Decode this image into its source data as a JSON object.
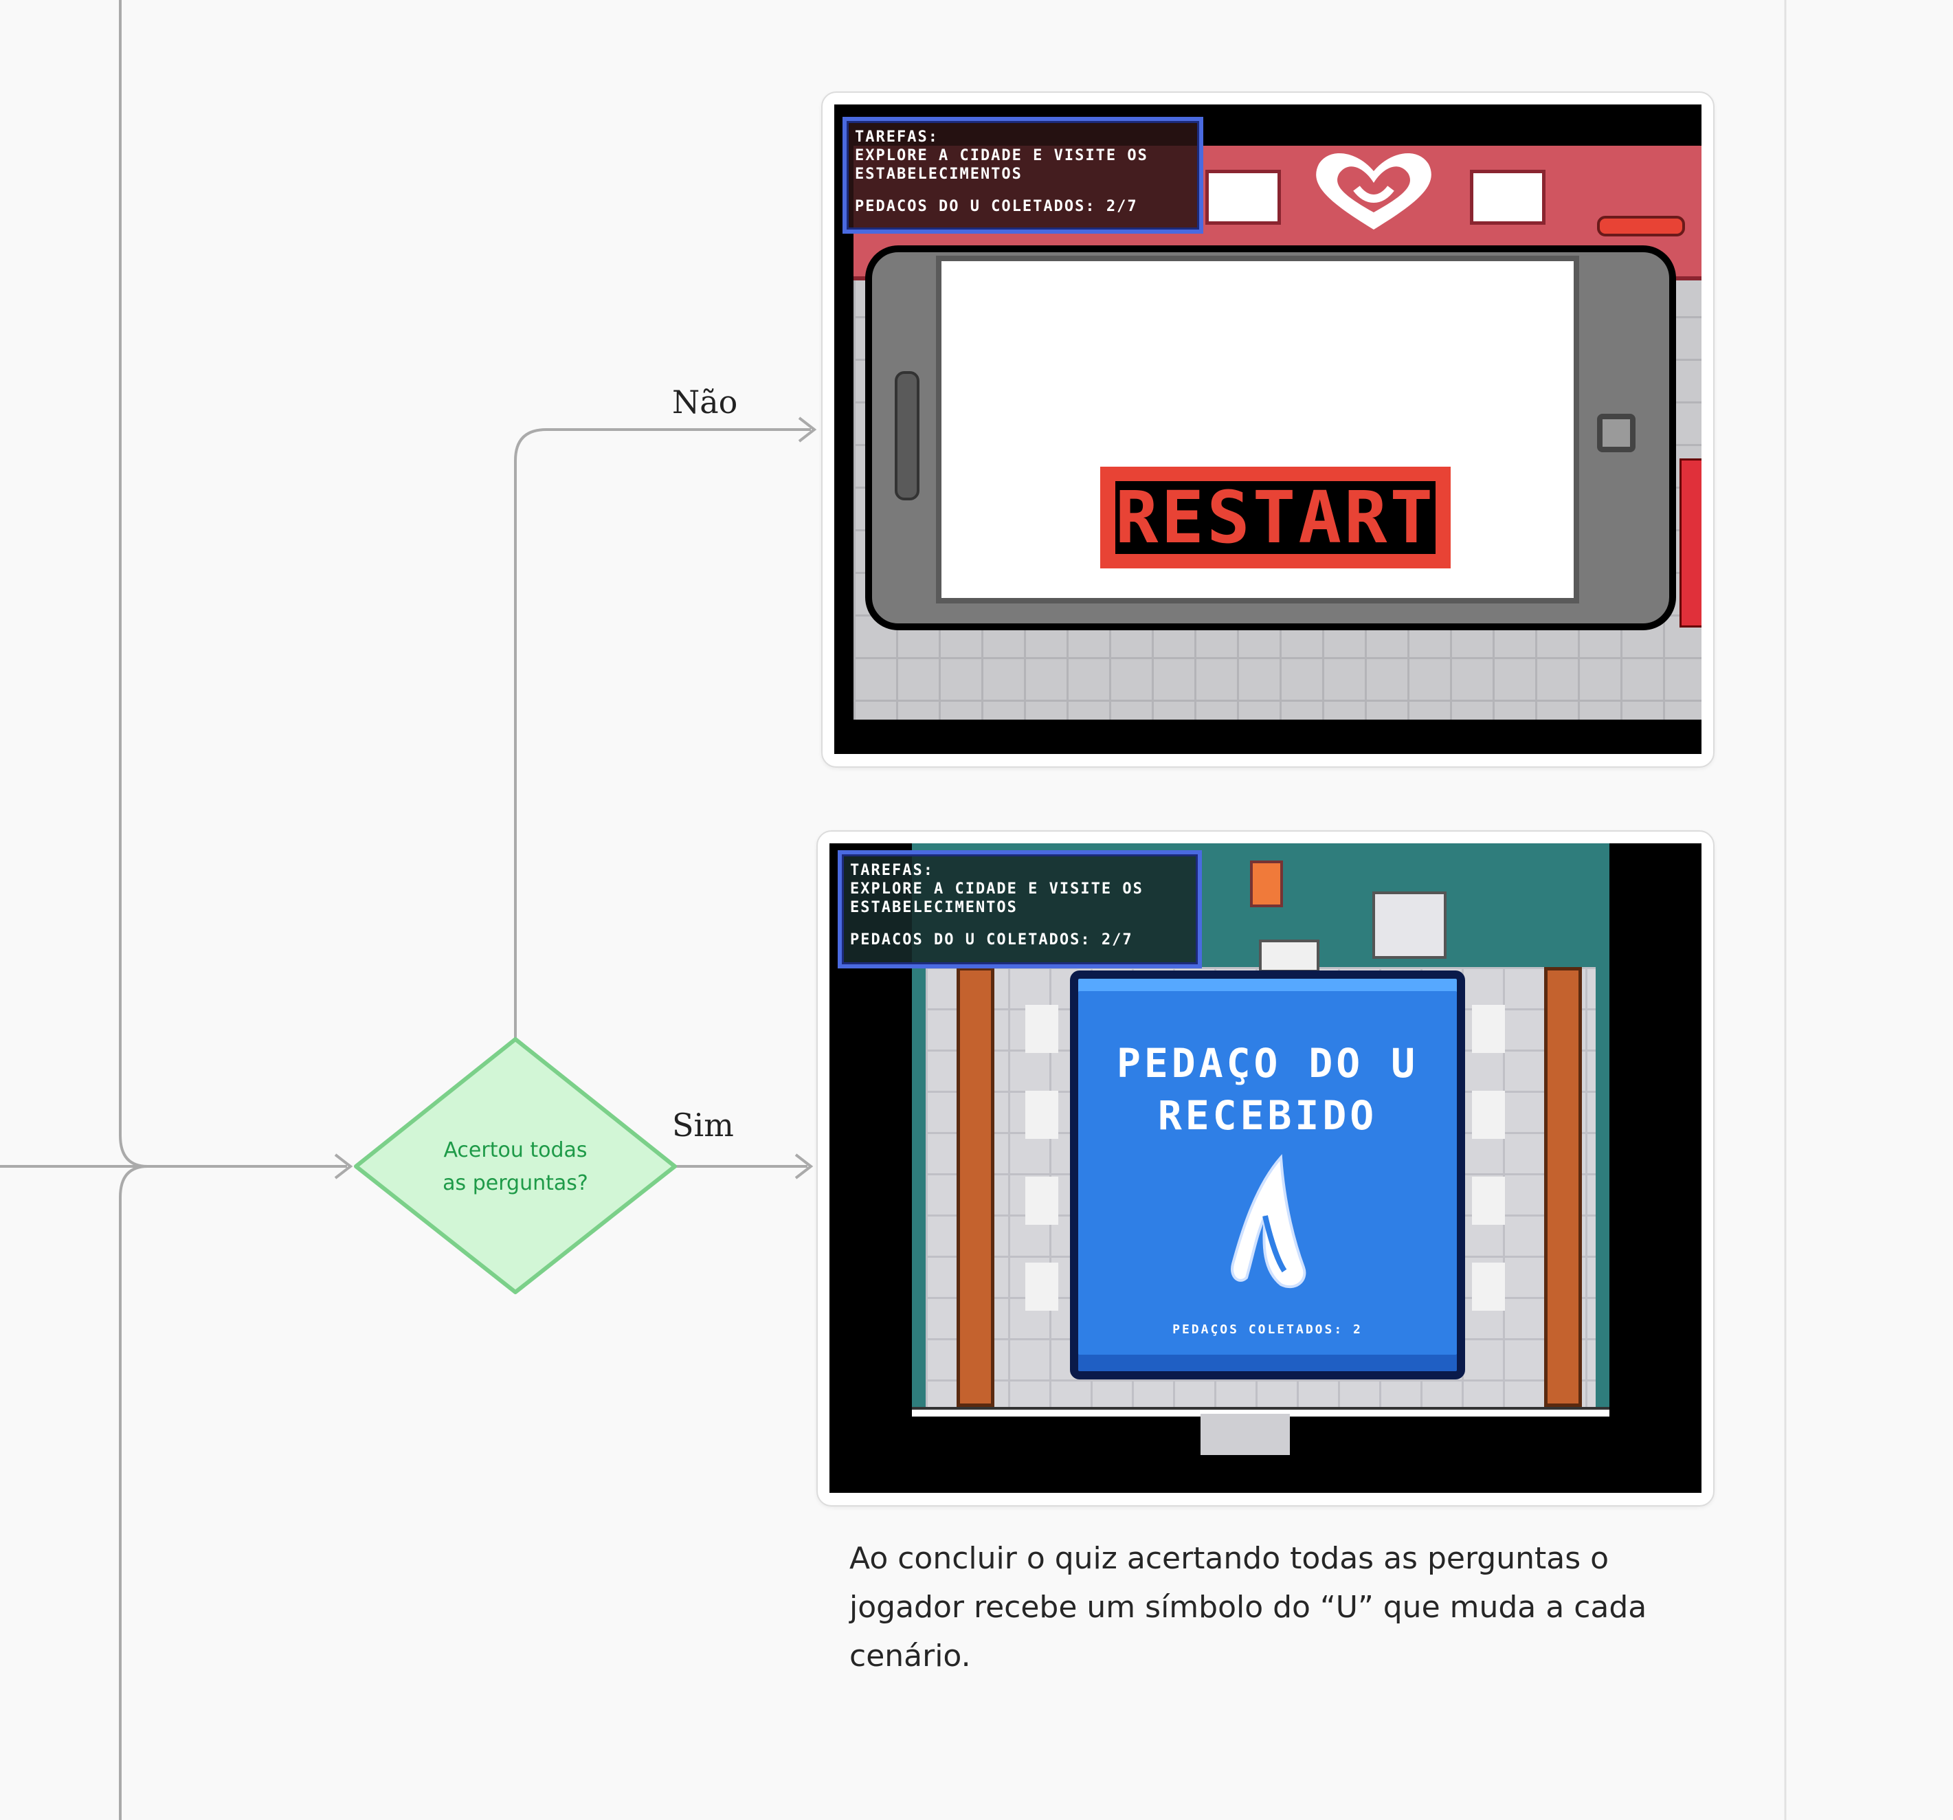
{
  "decision": {
    "line1": "Acertou todas",
    "line2": "as perguntas?",
    "fill_color": "#d2f6d6",
    "stroke_color": "#7bd089",
    "text_color": "#1e9a48"
  },
  "branches": {
    "no_label": "Não",
    "yes_label": "Sim"
  },
  "screen_fail": {
    "hud": {
      "title": "TAREFAS:",
      "task_line1": "EXPLORE A CIDADE E VISITE OS",
      "task_line2": "ESTABELECIMENTOS",
      "progress": "PEDACOS DO U COLETADOS: 2/7"
    },
    "button_label": "RESTART",
    "button_color": "#e84335"
  },
  "screen_success": {
    "hud": {
      "title": "TAREFAS:",
      "task_line1": "EXPLORE A CIDADE E VISITE OS",
      "task_line2": "ESTABELECIMENTOS",
      "progress": "PEDACOS DO U COLETADOS: 2/7"
    },
    "popup_line1": "PEDAÇO DO U",
    "popup_line2": "RECEBIDO",
    "popup_count": "PEDAÇOS COLETADOS: 2",
    "popup_color": "#2f7fe6"
  },
  "caption": "Ao concluir o quiz acertando todas as perguntas o jogador recebe um símbolo do “U” que muda a cada cenário."
}
